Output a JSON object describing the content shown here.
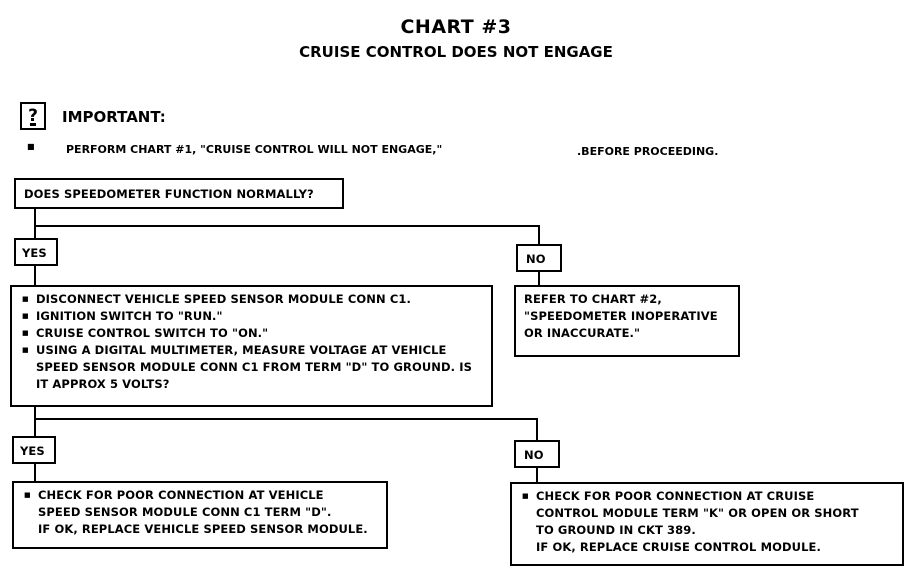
{
  "header": {
    "title": "CHART #3",
    "subtitle": "CRUISE CONTROL DOES NOT ENGAGE"
  },
  "important": {
    "icon": "exclamation-icon",
    "label": "IMPORTANT:",
    "text": "PERFORM CHART #1, \"CRUISE CONTROL WILL NOT ENGAGE,\"",
    "text_end": ".BEFORE PROCEEDING."
  },
  "question": "DOES SPEEDOMETER FUNCTION NORMALLY?",
  "branch1": {
    "yes_label": "YES",
    "no_label": "NO",
    "yes_steps": [
      "DISCONNECT VEHICLE SPEED SENSOR MODULE CONN C1.",
      "IGNITION SWITCH TO \"RUN.\"",
      "CRUISE CONTROL SWITCH TO \"ON.\"",
      "USING A DIGITAL MULTIMETER, MEASURE VOLTAGE AT VEHICLE SPEED SENSOR MODULE CONN C1 FROM TERM \"D\" TO GROUND. IS IT APPROX 5 VOLTS?"
    ],
    "no_lines": [
      "REFER TO CHART #2,",
      "\"SPEEDOMETER INOPERATIVE",
      "OR INACCURATE.\""
    ]
  },
  "branch2": {
    "yes_label": "YES",
    "no_label": "NO",
    "yes_lines": [
      "CHECK FOR POOR CONNECTION AT VEHICLE",
      "SPEED SENSOR MODULE CONN C1 TERM \"D\".",
      "IF OK, REPLACE VEHICLE SPEED SENSOR MODULE."
    ],
    "no_lines": [
      "CHECK FOR POOR CONNECTION AT CRUISE",
      "CONTROL MODULE TERM \"K\" OR OPEN OR SHORT",
      "TO GROUND IN CKT 389.",
      "IF OK, REPLACE CRUISE CONTROL MODULE."
    ]
  }
}
